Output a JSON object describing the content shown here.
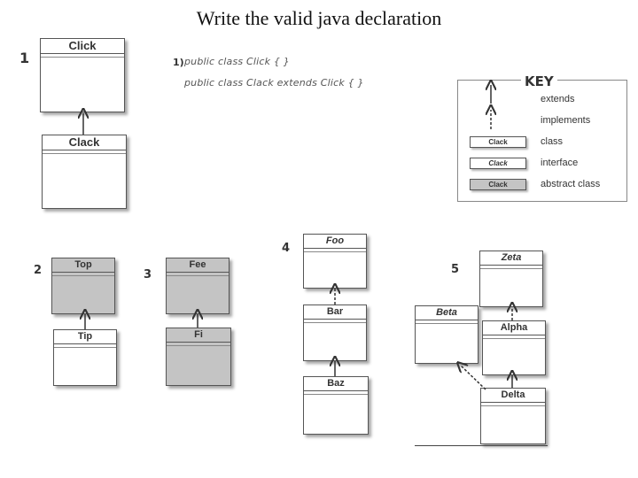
{
  "title": "Write the valid java declaration",
  "diagrams": {
    "d1": {
      "number": "1",
      "parent": "Click",
      "child": "Clack"
    },
    "d2": {
      "number": "2",
      "parent": "Top",
      "child": "Tip"
    },
    "d3": {
      "number": "3",
      "parent": "Fee",
      "child": "Fi"
    },
    "d4": {
      "number": "4",
      "top": "Foo",
      "middle": "Bar",
      "bottom": "Baz"
    },
    "d5": {
      "number": "5",
      "zeta": "Zeta",
      "beta": "Beta",
      "alpha": "Alpha",
      "delta": "Delta"
    }
  },
  "answer": {
    "number": "1)",
    "line1": "public class Click { }",
    "line2": "public class Clack extends Click { }"
  },
  "key": {
    "title": "KEY",
    "extends": "extends",
    "implements": "implements",
    "class": "class",
    "interface": "interface",
    "abstract_class": "abstract class",
    "swatch_class": "Clack",
    "swatch_interface": "Clack",
    "swatch_abstract": "Clack"
  },
  "colors": {
    "abstract_fill": "#c4c4c4",
    "border": "#555555"
  }
}
